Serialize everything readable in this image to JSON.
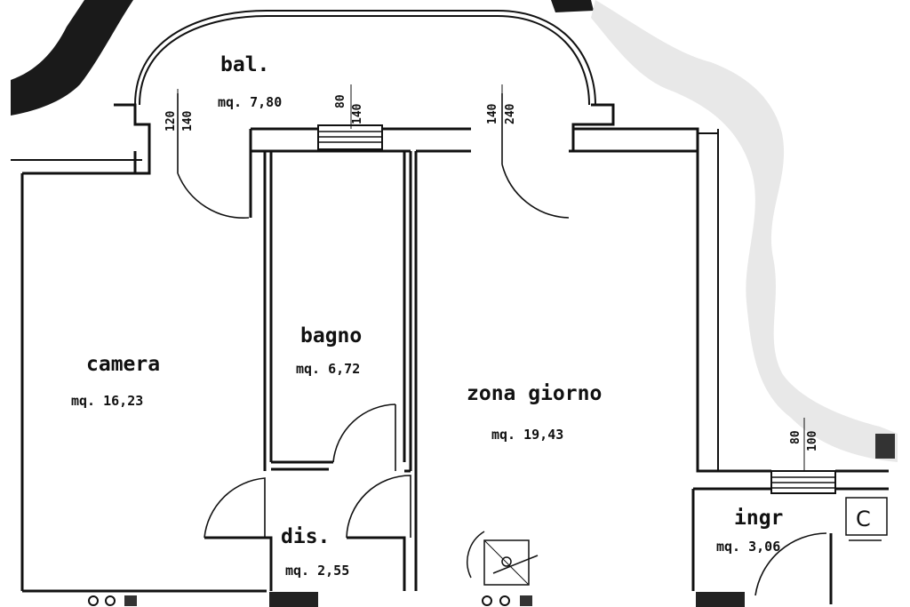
{
  "rooms": {
    "balcony": {
      "name": "bal.",
      "area": "mq. 7,80"
    },
    "bedroom": {
      "name": "camera",
      "area": "mq. 16,23"
    },
    "bathroom": {
      "name": "bagno",
      "area": "mq. 6,72"
    },
    "living": {
      "name": "zona giorno",
      "area": "mq. 19,43"
    },
    "hallway": {
      "name": "dis.",
      "area": "mq. 2,55"
    },
    "entrance": {
      "name": "ingr",
      "area": "mq. 3,06"
    }
  },
  "openings": {
    "bedroom_window": {
      "width": "120",
      "height": "140"
    },
    "bathroom_window": {
      "width": "80",
      "height": "140"
    },
    "living_window": {
      "width": "140",
      "height": "240"
    },
    "entrance_window": {
      "width": "80",
      "height": "100"
    }
  },
  "symbols": {
    "boiler": "C"
  }
}
